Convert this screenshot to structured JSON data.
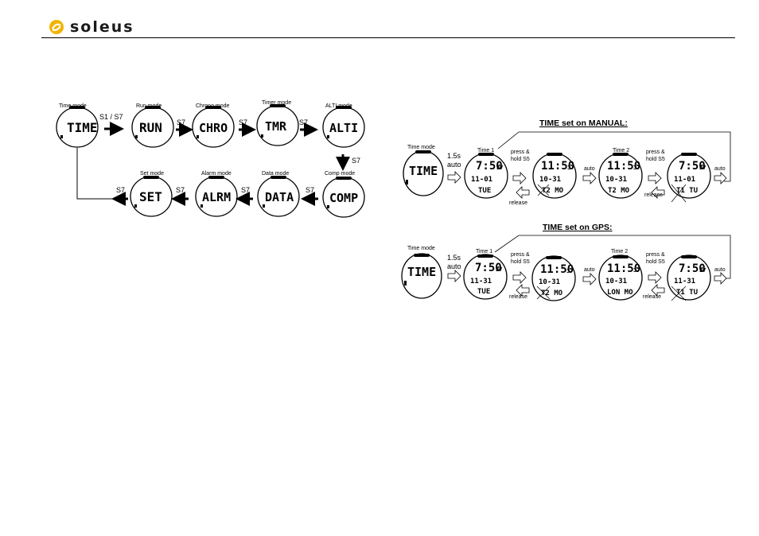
{
  "brand": {
    "name": "soleus",
    "accent": "#f2b400"
  },
  "mode_cycle": {
    "top_row": [
      {
        "label": "Time mode",
        "display": "TIME"
      },
      {
        "label": "Run mode",
        "display": "RUN"
      },
      {
        "label": "Chrono mode",
        "display": "CHRO"
      },
      {
        "label": "Timer mode",
        "display": "TMR"
      },
      {
        "label": "ALTI mode",
        "display": "ALTI"
      }
    ],
    "bottom_row": [
      {
        "label": "Set mode",
        "display": "SET"
      },
      {
        "label": "Alarm mode",
        "display": "ALRM"
      },
      {
        "label": "Data mode",
        "display": "DATA"
      },
      {
        "label": "Comp mode",
        "display": "COMP"
      }
    ],
    "arrows": {
      "first": "S1 / S7",
      "next": "S7",
      "down": "S7"
    }
  },
  "manual": {
    "title": "TIME set on MANUAL:",
    "time_mode_label": "Time mode",
    "time_mode_display": "TIME",
    "delay": "1.5s",
    "auto": "auto",
    "time1": "Time 1",
    "time2": "Time 2",
    "press": "press &",
    "hold": "hold S5",
    "release": "release",
    "watches": [
      {
        "main": "7:50",
        "sec": "37",
        "date": "11-01",
        "day": "TUE"
      },
      {
        "main": "11:50",
        "sec": "37",
        "date": "10-31",
        "day": "T2  MO"
      },
      {
        "main": "11:50",
        "sec": "37",
        "date": "10-31",
        "day": "T2  MO"
      },
      {
        "main": "7:50",
        "sec": "37",
        "date": "11-01",
        "day": "T1  TU"
      }
    ]
  },
  "gps": {
    "title": "TIME set on GPS:",
    "time_mode_label": "Time mode",
    "time_mode_display": "TIME",
    "delay": "1.5s",
    "auto": "auto",
    "time1": "Time 1",
    "time2": "Time 2",
    "press": "press &",
    "hold": "hold S5",
    "release": "release",
    "watches": [
      {
        "main": "7:50",
        "sec": "37",
        "date": "11-31",
        "day": "TUE"
      },
      {
        "main": "11:50",
        "sec": "37",
        "date": "10-31",
        "day": "T2  MO"
      },
      {
        "main": "11:50",
        "sec": "37",
        "date": "10-31",
        "day": "LON MO"
      },
      {
        "main": "7:50",
        "sec": "37",
        "date": "11-31",
        "day": "T1  TU"
      }
    ]
  }
}
